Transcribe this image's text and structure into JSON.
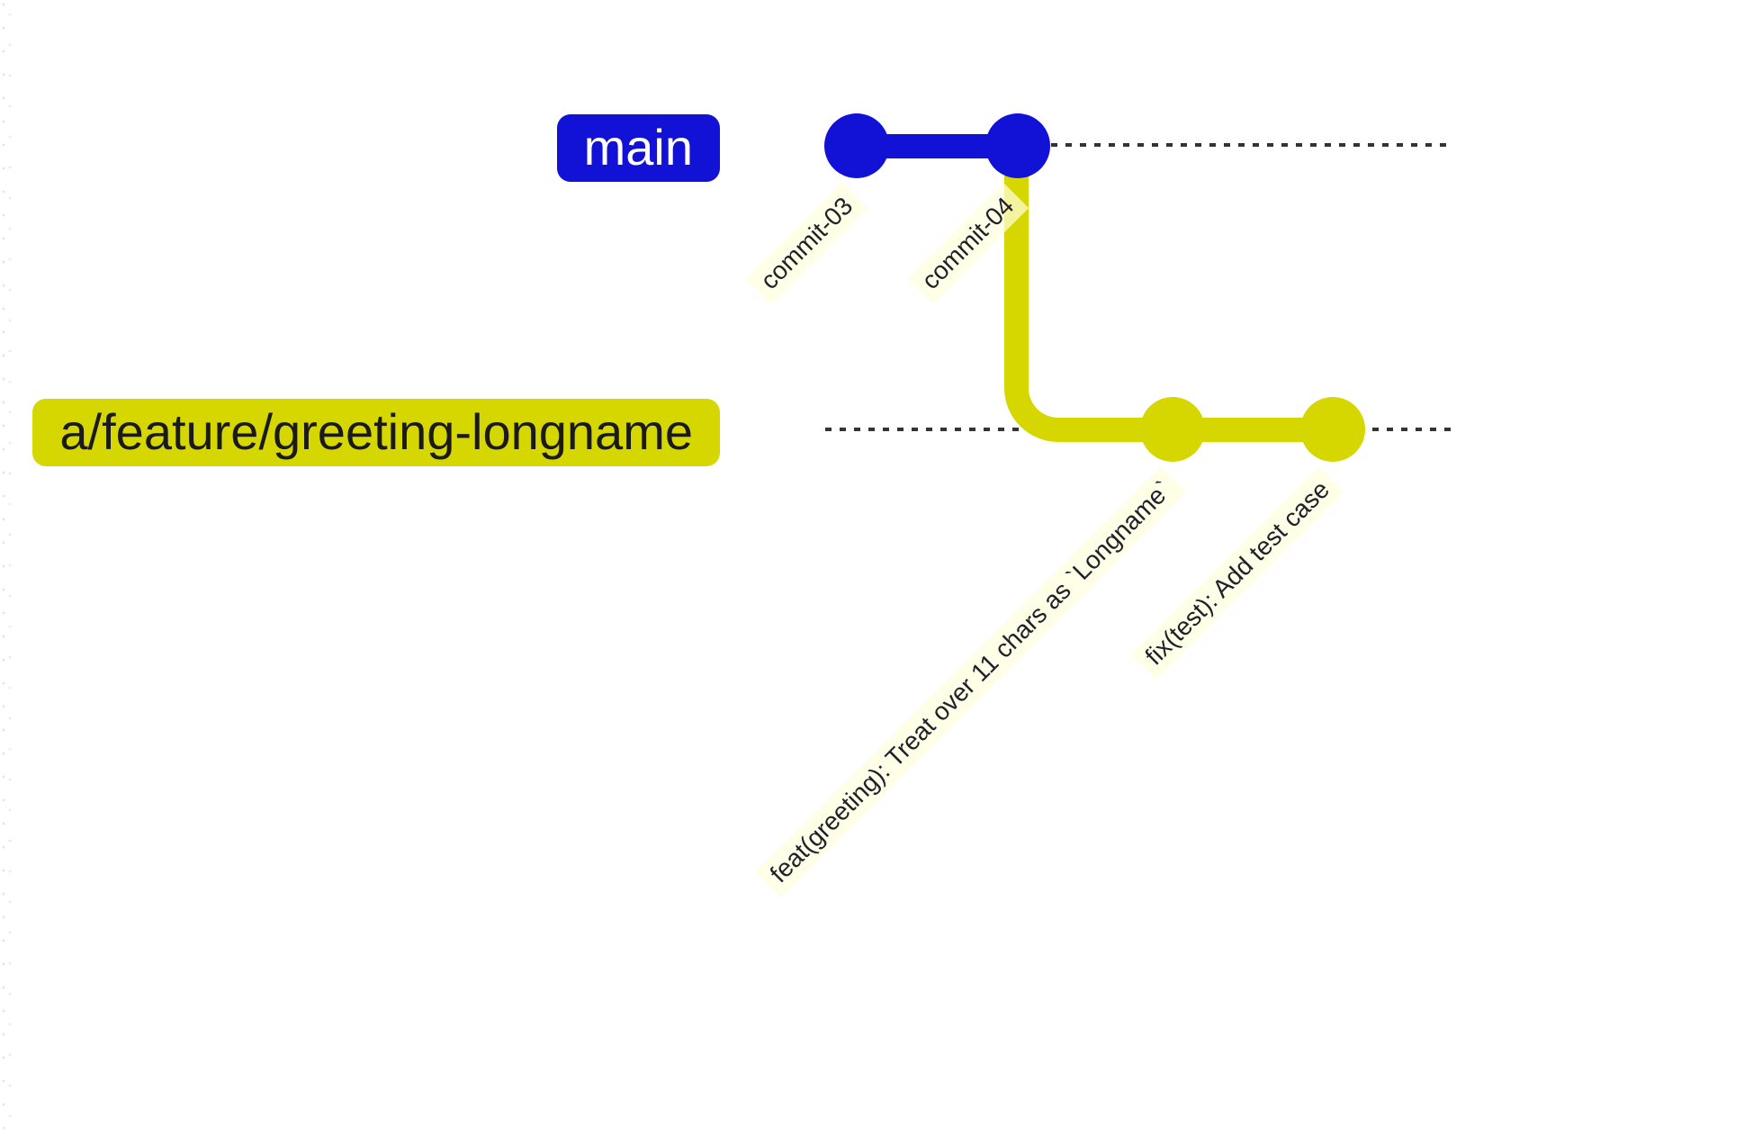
{
  "diagram": {
    "type": "git-graph",
    "orientation": "left-to-right",
    "branches": [
      {
        "name": "main",
        "color": "#1212d7",
        "commits": [
          {
            "label": "commit-03"
          },
          {
            "label": "commit-04"
          }
        ]
      },
      {
        "name": "a/feature/greeting-longname",
        "color": "#d6d701",
        "commits": [
          {
            "label": "feat(greeting): Treat over 11 chars as `Longname`"
          },
          {
            "label": "fix(test): Add test case"
          }
        ]
      }
    ],
    "colors": {
      "main_branch": "#1212d7",
      "main_branch_text": "#ffffff",
      "feature_branch": "#d6d701",
      "feature_branch_text": "#1a1a1a",
      "commit_label_bg": "#ffffde",
      "commit_label_text": "#21212b",
      "lane_dash": "#333333",
      "background": "#ffffff"
    }
  }
}
